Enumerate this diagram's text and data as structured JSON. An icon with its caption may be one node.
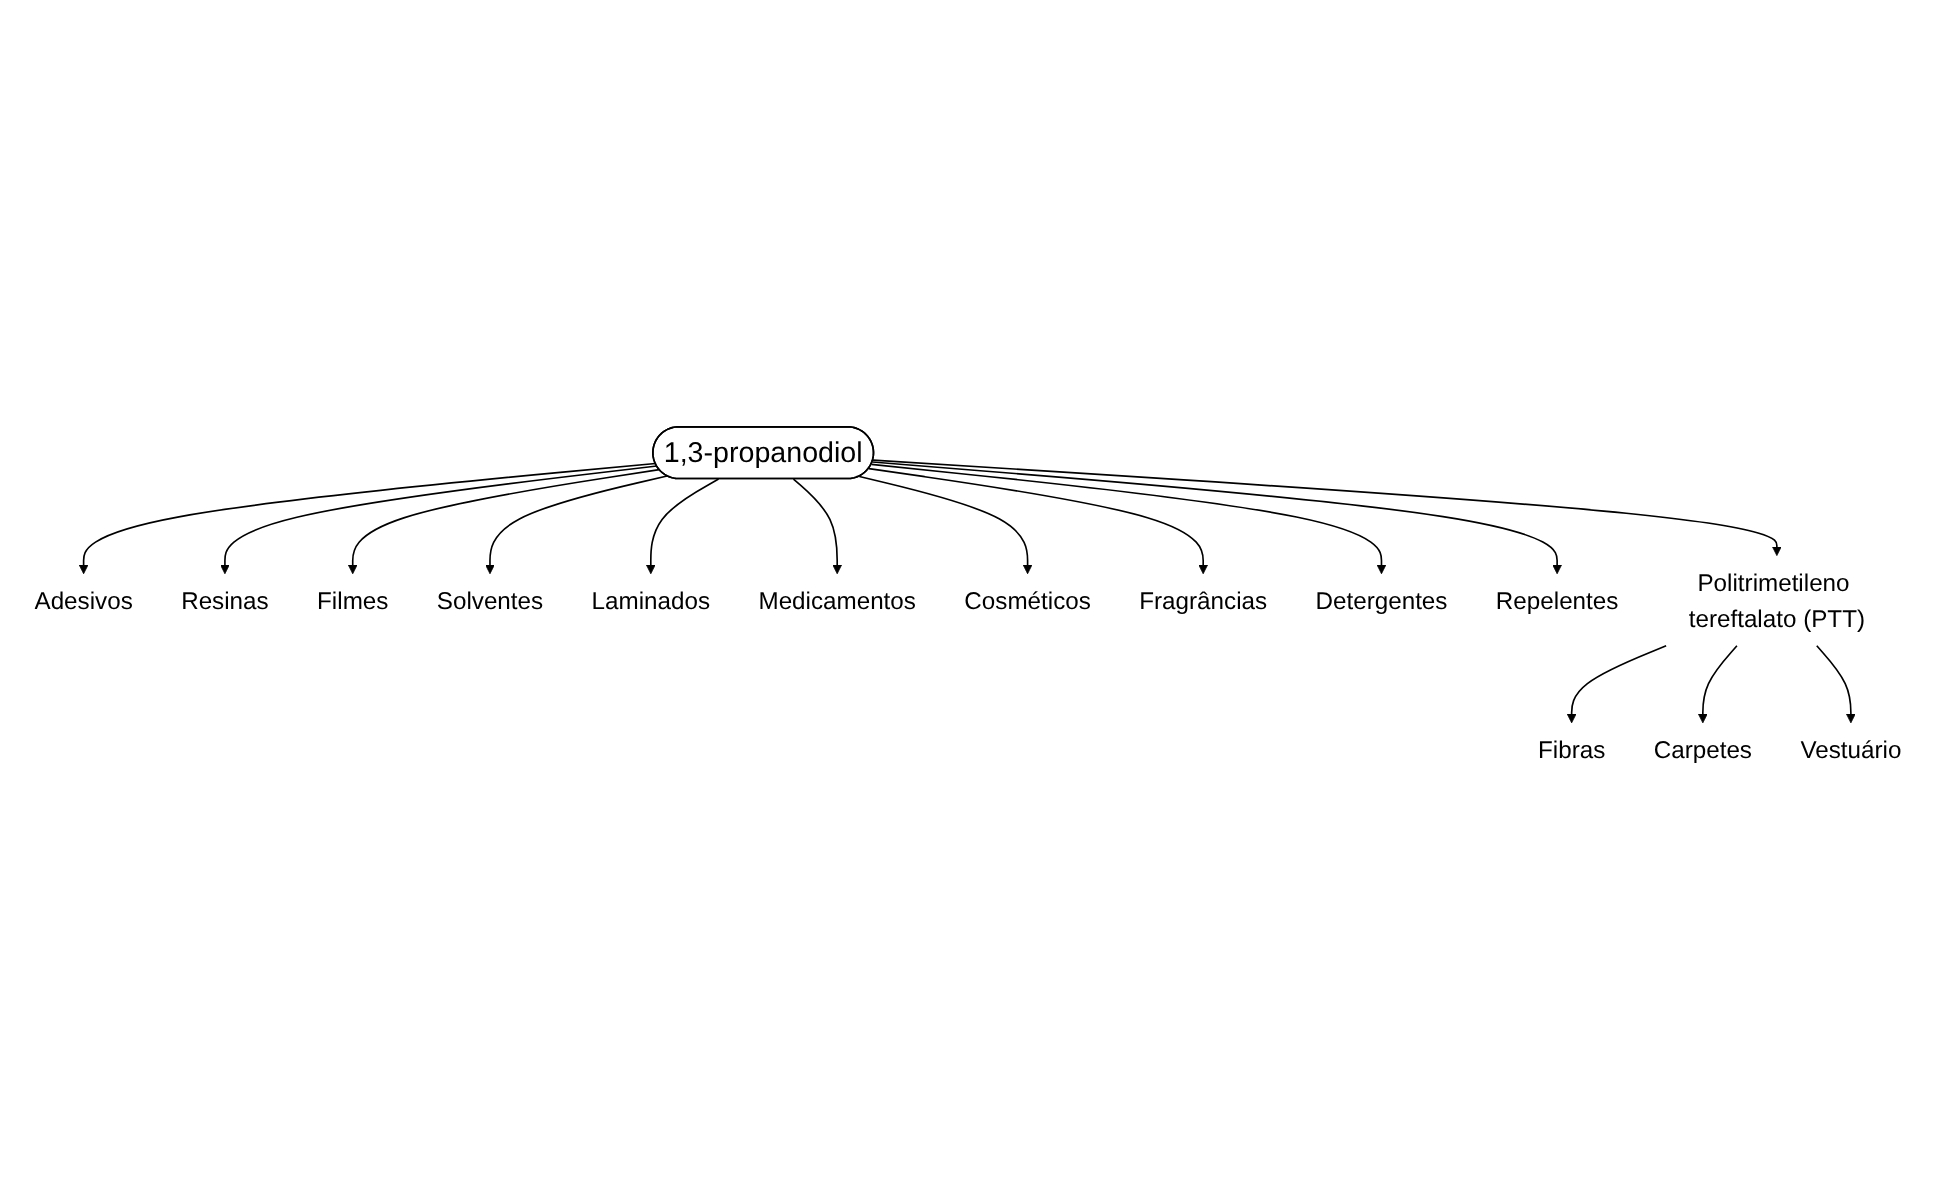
{
  "diagram": {
    "nodes": [
      {
        "text": [
          "1,3-propanodiol"
        ]
      },
      {
        "text": [
          "Adesivos"
        ]
      },
      {
        "text": [
          "Resinas"
        ]
      },
      {
        "text": [
          "Filmes"
        ]
      },
      {
        "text": [
          "Solventes"
        ]
      },
      {
        "text": [
          "Laminados"
        ]
      },
      {
        "text": [
          "Medicamentos"
        ]
      },
      {
        "text": [
          "Cosméticos"
        ]
      },
      {
        "text": [
          "Fragrâncias"
        ]
      },
      {
        "text": [
          "Detergentes"
        ]
      },
      {
        "text": [
          "Repelentes"
        ]
      },
      {
        "text": [
          "Politrimetileno tereftalato (PTT)"
        ]
      },
      {
        "text": [
          "Fibras"
        ]
      },
      {
        "text": [
          "Carpetes"
        ]
      },
      {
        "text": [
          "Vestuário"
        ]
      }
    ],
    "edges": [
      {
        "from": 0,
        "to": 1,
        "arrow": "to"
      },
      {
        "from": 0,
        "to": 2,
        "arrow": "to"
      },
      {
        "from": 0,
        "to": 3,
        "arrow": "to"
      },
      {
        "from": 0,
        "to": 4,
        "arrow": "to"
      },
      {
        "from": 0,
        "to": 5,
        "arrow": "to"
      },
      {
        "from": 0,
        "to": 6,
        "arrow": "to"
      },
      {
        "from": 0,
        "to": 7,
        "arrow": "to"
      },
      {
        "from": 0,
        "to": 8,
        "arrow": "to"
      },
      {
        "from": 0,
        "to": 9,
        "arrow": "to"
      },
      {
        "from": 0,
        "to": 10,
        "arrow": "to"
      },
      {
        "from": 0,
        "to": 11,
        "arrow": "to"
      },
      {
        "from": 11,
        "to": 12,
        "arrow": "to"
      },
      {
        "from": 11,
        "to": 13,
        "arrow": "to"
      },
      {
        "from": 11,
        "to": 14,
        "arrow": "to"
      }
    ]
  }
}
